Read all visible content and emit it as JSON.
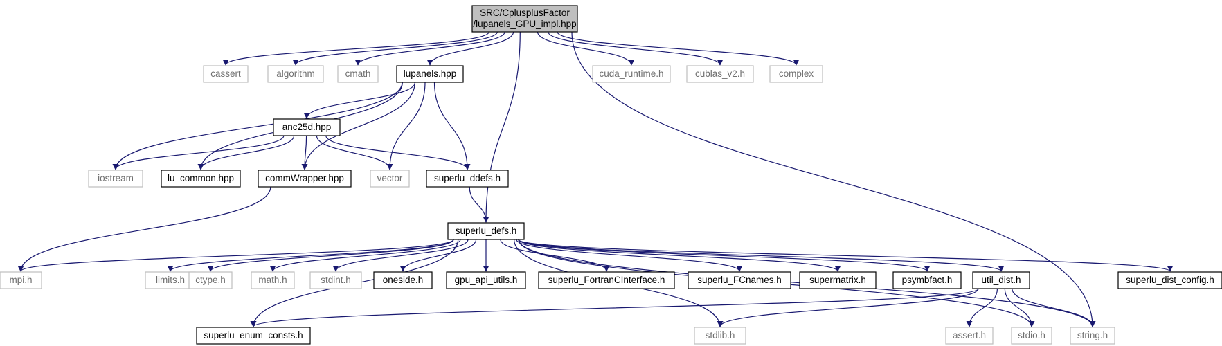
{
  "colors": {
    "edge": "#191970",
    "root_fill": "#bfbfbf",
    "doc_border": "#000000",
    "ext_border": "#bfbfbf",
    "ext_text": "#6f6f6f"
  },
  "nodes": [
    {
      "id": "root",
      "kind": "root",
      "lines": [
        "SRC/CplusplusFactor",
        "/lupanels_GPU_impl.hpp"
      ]
    },
    {
      "id": "cassert",
      "kind": "external",
      "lines": [
        "cassert"
      ]
    },
    {
      "id": "algorithm",
      "kind": "external",
      "lines": [
        "algorithm"
      ]
    },
    {
      "id": "cmath",
      "kind": "external",
      "lines": [
        "cmath"
      ]
    },
    {
      "id": "lupanels",
      "kind": "documented",
      "lines": [
        "lupanels.hpp"
      ]
    },
    {
      "id": "cuda_runtime",
      "kind": "external",
      "lines": [
        "cuda_runtime.h"
      ]
    },
    {
      "id": "cublas",
      "kind": "external",
      "lines": [
        "cublas_v2.h"
      ]
    },
    {
      "id": "complex",
      "kind": "external",
      "lines": [
        "complex"
      ]
    },
    {
      "id": "anc25d",
      "kind": "documented",
      "lines": [
        "anc25d.hpp"
      ]
    },
    {
      "id": "iostream",
      "kind": "external",
      "lines": [
        "iostream"
      ]
    },
    {
      "id": "lu_common",
      "kind": "documented",
      "lines": [
        "lu_common.hpp"
      ]
    },
    {
      "id": "commWrapper",
      "kind": "documented",
      "lines": [
        "commWrapper.hpp"
      ]
    },
    {
      "id": "vector",
      "kind": "external",
      "lines": [
        "vector"
      ]
    },
    {
      "id": "superlu_ddefs",
      "kind": "documented",
      "lines": [
        "superlu_ddefs.h"
      ]
    },
    {
      "id": "superlu_defs",
      "kind": "documented",
      "lines": [
        "superlu_defs.h"
      ]
    },
    {
      "id": "mpi",
      "kind": "external",
      "lines": [
        "mpi.h"
      ]
    },
    {
      "id": "limits",
      "kind": "external",
      "lines": [
        "limits.h"
      ]
    },
    {
      "id": "ctype",
      "kind": "external",
      "lines": [
        "ctype.h"
      ]
    },
    {
      "id": "math",
      "kind": "external",
      "lines": [
        "math.h"
      ]
    },
    {
      "id": "stdint",
      "kind": "external",
      "lines": [
        "stdint.h"
      ]
    },
    {
      "id": "oneside",
      "kind": "documented",
      "lines": [
        "oneside.h"
      ]
    },
    {
      "id": "gpu_api_utils",
      "kind": "documented",
      "lines": [
        "gpu_api_utils.h"
      ]
    },
    {
      "id": "fortranC",
      "kind": "documented",
      "lines": [
        "superlu_FortranCInterface.h"
      ]
    },
    {
      "id": "fcnames",
      "kind": "documented",
      "lines": [
        "superlu_FCnames.h"
      ]
    },
    {
      "id": "supermatrix",
      "kind": "documented",
      "lines": [
        "supermatrix.h"
      ]
    },
    {
      "id": "psymbfact",
      "kind": "documented",
      "lines": [
        "psymbfact.h"
      ]
    },
    {
      "id": "util_dist",
      "kind": "documented",
      "lines": [
        "util_dist.h"
      ]
    },
    {
      "id": "dist_config",
      "kind": "documented",
      "lines": [
        "superlu_dist_config.h"
      ]
    },
    {
      "id": "enum_consts",
      "kind": "documented",
      "lines": [
        "superlu_enum_consts.h"
      ]
    },
    {
      "id": "stdlib",
      "kind": "external",
      "lines": [
        "stdlib.h"
      ]
    },
    {
      "id": "assert",
      "kind": "external",
      "lines": [
        "assert.h"
      ]
    },
    {
      "id": "stdio",
      "kind": "external",
      "lines": [
        "stdio.h"
      ]
    },
    {
      "id": "string",
      "kind": "external",
      "lines": [
        "string.h"
      ]
    }
  ],
  "edges": [
    [
      "root",
      "cassert"
    ],
    [
      "root",
      "algorithm"
    ],
    [
      "root",
      "cmath"
    ],
    [
      "root",
      "lupanels"
    ],
    [
      "root",
      "superlu_defs"
    ],
    [
      "root",
      "cuda_runtime"
    ],
    [
      "root",
      "cublas"
    ],
    [
      "root",
      "complex"
    ],
    [
      "root",
      "string"
    ],
    [
      "lupanels",
      "iostream"
    ],
    [
      "lupanels",
      "lu_common"
    ],
    [
      "lupanels",
      "anc25d"
    ],
    [
      "lupanels",
      "commWrapper"
    ],
    [
      "lupanels",
      "vector"
    ],
    [
      "lupanels",
      "superlu_ddefs"
    ],
    [
      "anc25d",
      "iostream"
    ],
    [
      "anc25d",
      "lu_common"
    ],
    [
      "anc25d",
      "commWrapper"
    ],
    [
      "anc25d",
      "vector"
    ],
    [
      "anc25d",
      "superlu_ddefs"
    ],
    [
      "commWrapper",
      "mpi"
    ],
    [
      "superlu_ddefs",
      "superlu_defs"
    ],
    [
      "superlu_defs",
      "mpi"
    ],
    [
      "superlu_defs",
      "limits"
    ],
    [
      "superlu_defs",
      "ctype"
    ],
    [
      "superlu_defs",
      "math"
    ],
    [
      "superlu_defs",
      "stdint"
    ],
    [
      "superlu_defs",
      "oneside"
    ],
    [
      "superlu_defs",
      "gpu_api_utils"
    ],
    [
      "superlu_defs",
      "fortranC"
    ],
    [
      "superlu_defs",
      "fcnames"
    ],
    [
      "superlu_defs",
      "supermatrix"
    ],
    [
      "superlu_defs",
      "psymbfact"
    ],
    [
      "superlu_defs",
      "util_dist"
    ],
    [
      "superlu_defs",
      "dist_config"
    ],
    [
      "superlu_defs",
      "enum_consts"
    ],
    [
      "superlu_defs",
      "stdlib"
    ],
    [
      "superlu_defs",
      "stdio"
    ],
    [
      "superlu_defs",
      "string"
    ],
    [
      "util_dist",
      "enum_consts"
    ],
    [
      "util_dist",
      "stdlib"
    ],
    [
      "util_dist",
      "assert"
    ],
    [
      "util_dist",
      "stdio"
    ],
    [
      "util_dist",
      "string"
    ]
  ]
}
